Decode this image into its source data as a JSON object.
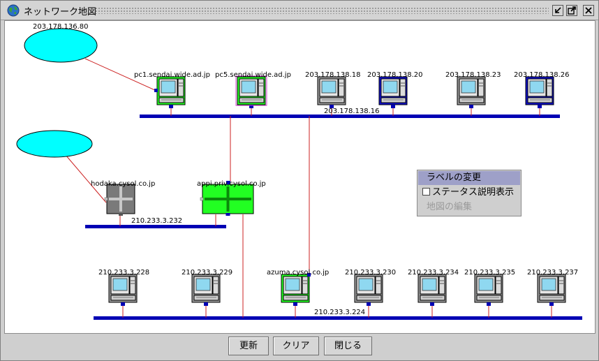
{
  "window": {
    "title": "ネットワーク地図"
  },
  "clouds": [
    {
      "label": "203.178.136.80"
    },
    {
      "label": ""
    }
  ],
  "hosts": [
    {
      "label": "pc1.sendai.wide.ad.jp",
      "screen": "green"
    },
    {
      "label": "pc5.sendai.wide.ad.jp",
      "screen": "green"
    },
    {
      "label": "203.178.138.18",
      "screen": "gray"
    },
    {
      "label": "203.178.138.20",
      "screen": "blue"
    },
    {
      "label": "203.178.138.23",
      "screen": "gray"
    },
    {
      "label": "203.178.138.26",
      "screen": "blue"
    },
    {
      "label": "210.233.3.228",
      "screen": "gray"
    },
    {
      "label": "210.233.3.229",
      "screen": "gray"
    },
    {
      "label": "azuma.cysol.co.jp",
      "screen": "green"
    },
    {
      "label": "210.233.3.230",
      "screen": "gray"
    },
    {
      "label": "210.233.3.234",
      "screen": "gray"
    },
    {
      "label": "210.233.3.235",
      "screen": "gray"
    },
    {
      "label": "210.233.3.237",
      "screen": "gray"
    }
  ],
  "routers": [
    {
      "label": "hodaka.cysol.co.jp",
      "color": "#7a7a7a"
    },
    {
      "label": "appi.priv.cysol.co.jp",
      "color": "#22ff22"
    }
  ],
  "segments": [
    {
      "label": "203.178.138.16"
    },
    {
      "label": "210.233.3.232"
    },
    {
      "label": "210.233.3.224"
    }
  ],
  "context_menu": {
    "items": [
      {
        "label": "ラベルの変更",
        "state": "highlighted"
      },
      {
        "label": "ステータス説明表示",
        "state": "checkbox"
      },
      {
        "label": "地図の編集",
        "state": "disabled"
      }
    ]
  },
  "buttons": {
    "refresh": "更新",
    "clear": "クリア",
    "close": "閉じる"
  },
  "colors": {
    "segment": "#0000b4",
    "link": "#cc2020",
    "cloud": "#00ffff",
    "status_ok": "#22ff22",
    "status_info": "#1010cc"
  },
  "icons": {
    "globe": "globe-icon",
    "minimize": "minimize-icon",
    "maximize": "maximize-icon",
    "close": "close-icon"
  }
}
